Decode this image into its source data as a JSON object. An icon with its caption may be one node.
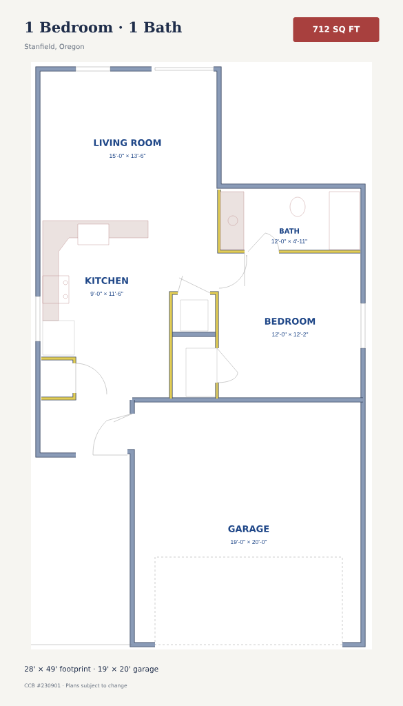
{
  "diagram": {
    "title": "1 Bedroom · 1 Bath",
    "labels": [
      "712 SQ FT",
      "Stanfield, Oregon",
      "LIVING ROOM",
      "15'-0\" × 13'-6\"",
      "KITCHEN",
      "9'-0\" × 11'-6\"",
      "BATH",
      "12'-0\" × 4'-11\"",
      "BEDROOM",
      "12'-0\" × 12'-2\"",
      "GARAGE",
      "19'-0\" × 20'-0\"",
      "28' × 49' footprint · 19' × 20' garage",
      "CCB #230901 · Plans subject to change"
    ]
  }
}
